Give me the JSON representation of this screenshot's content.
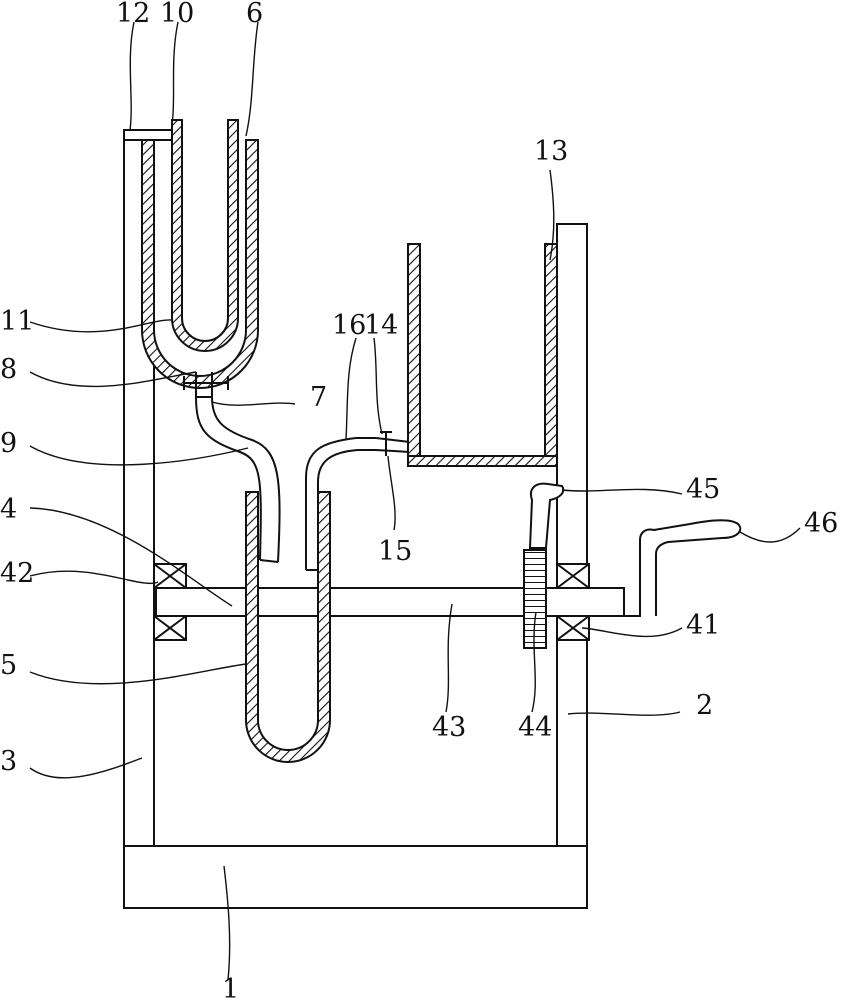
{
  "figure": {
    "labels": {
      "l1": "1",
      "l2": "2",
      "l3": "3",
      "l4": "4",
      "l5": "5",
      "l6": "6",
      "l7": "7",
      "l8": "8",
      "l9": "9",
      "l10": "10",
      "l11": "11",
      "l12": "12",
      "l13": "13",
      "l14": "14",
      "l15": "15",
      "l16": "16",
      "l41": "41",
      "l42": "42",
      "l43": "43",
      "l44": "44",
      "l45": "45",
      "l46": "46"
    }
  }
}
